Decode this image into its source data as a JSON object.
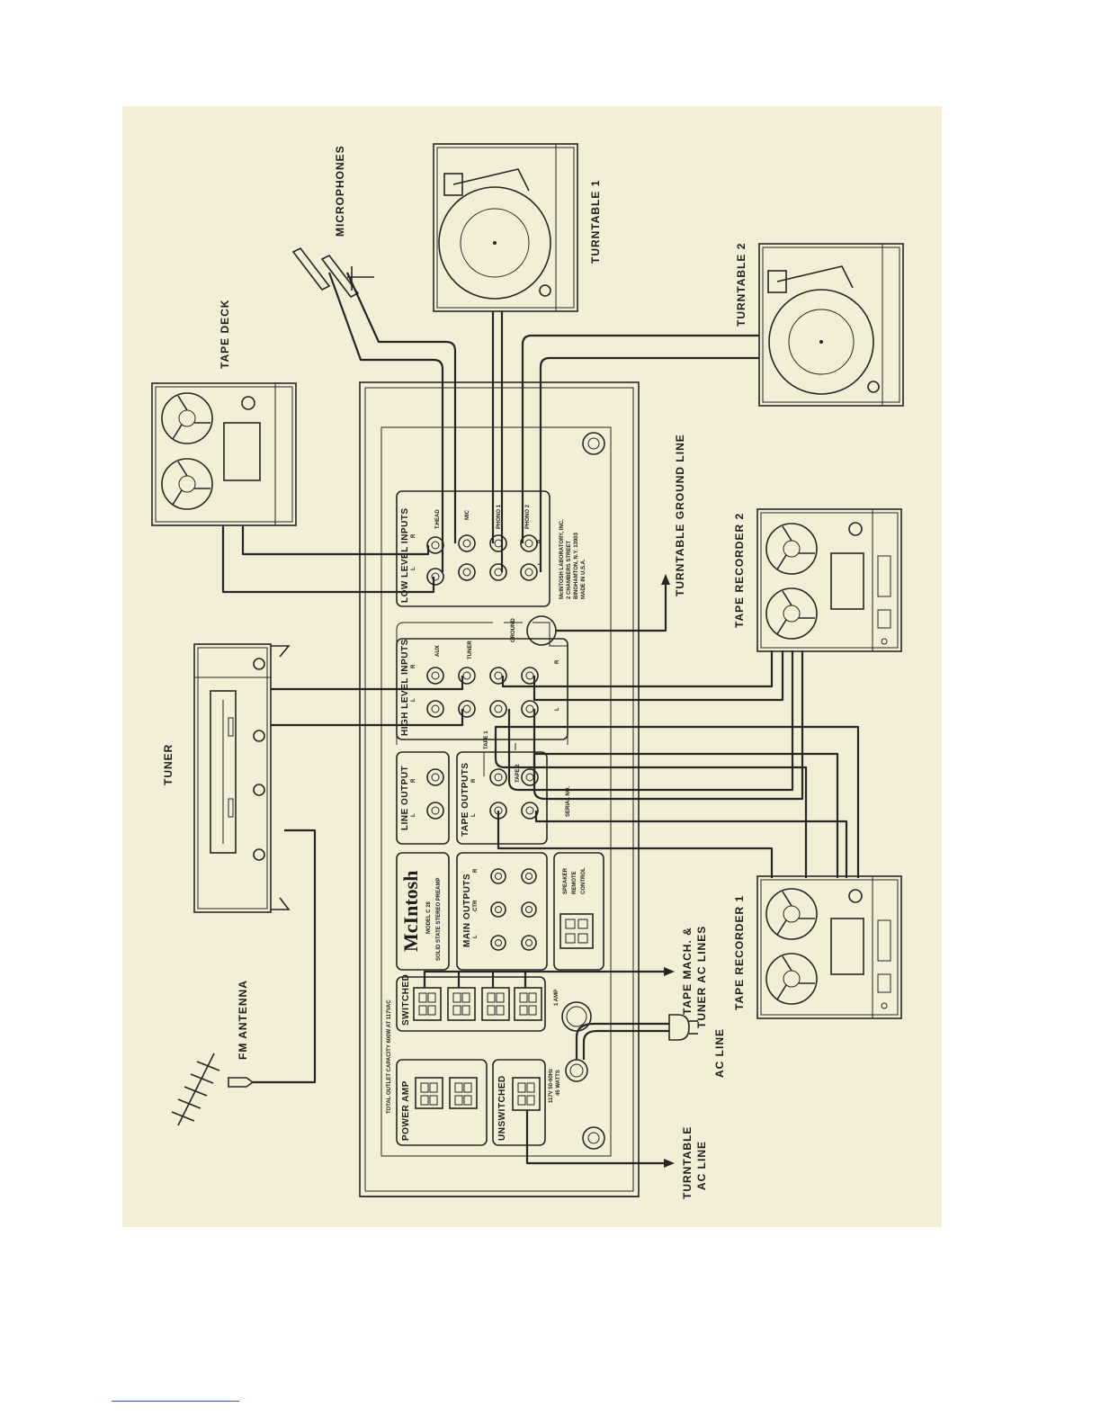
{
  "colors": {
    "paper": "#f3eed6",
    "ink": "#262626",
    "footnote_rule": "#2b55c9"
  },
  "labels": {
    "tape_deck": "TAPE DECK",
    "microphones": "MICROPHONES",
    "turntable_1": "TURNTABLE 1",
    "turntable_2": "TURNTABLE 2",
    "tuner": "TUNER",
    "fm_antenna": "FM ANTENNA",
    "tape_recorder_1": "TAPE RECORDER 1",
    "tape_recorder_2": "TAPE RECORDER 2",
    "turntable_ground_line": "TURNTABLE GROUND LINE",
    "tape_mach_line1": "TAPE MACH. &",
    "tape_mach_line2": "TUNER AC LINES",
    "ac_line": "AC LINE",
    "turntable_ac_line1": "TURNTABLE",
    "turntable_ac_line2": "AC LINE"
  },
  "panel": {
    "low_level_inputs": "LOW LEVEL INPUTS",
    "high_level_inputs": "HIGH LEVEL INPUTS",
    "line_output": "LINE OUTPUT",
    "tape_outputs": "TAPE OUTPUTS",
    "main_outputs": "MAIN OUTPUTS",
    "speaker_remote": [
      "SPEAKER",
      "REMOTE",
      "CONTROL"
    ],
    "ground": "GROUND",
    "t_head": "T.HEAD",
    "mic": "MIC",
    "phono1": "PHONO 1",
    "phono2": "PHONO 2",
    "aux": "AUX",
    "tuner": "TUNER",
    "tape1": "TAPE 1",
    "tape2": "TAPE 2",
    "serial_no": "SERIAL NO.",
    "left": "L",
    "right": "R",
    "center": "CTR",
    "brand": "McIntosh",
    "model": "MODEL C 28",
    "model_sub": "SOLID STATE STEREO PREAMP",
    "address": [
      "McINTOSH LABORATORY, INC.",
      "2 CHAMBERS STREET",
      "BINGHAMTON, N.Y. 13903",
      "MADE IN U.S.A."
    ],
    "outlet_capacity": "TOTAL OUTLET CAPACITY 600W AT 117VAC",
    "power_amp": "POWER AMP",
    "switched": "SWITCHED",
    "unswitched": "UNSWITCHED",
    "power_spec": [
      "117V 50-60Hz",
      "45 WATTS"
    ],
    "fuse": "1 AMP"
  }
}
